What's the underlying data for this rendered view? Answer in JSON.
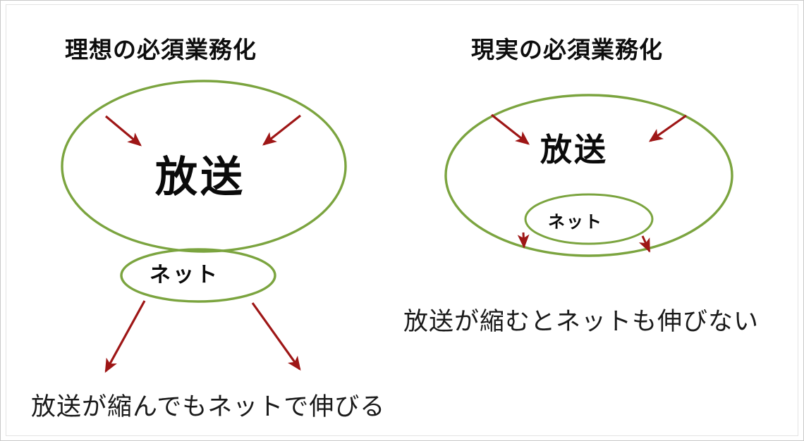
{
  "slide": {
    "background_color": "#ffffff",
    "border_color": "#c9c9c9",
    "ellipse_stroke_color": "#7ba43f",
    "arrow_color": "#9e1616",
    "text_color": "#0d0d0d"
  },
  "left_group": {
    "title": "理想の必須業務化",
    "outer_ellipse_label": "放送",
    "inner_ellipse_label": "ネット",
    "caption": "放送が縮んでもネットで伸びる",
    "arrows": [
      {
        "name": "arrow-top-left-inward",
        "direction": "down-right",
        "meaning": "pressure-on-broadcast"
      },
      {
        "name": "arrow-top-right-inward",
        "direction": "down-left",
        "meaning": "pressure-on-broadcast"
      },
      {
        "name": "arrow-bottom-left-outward",
        "direction": "down-left",
        "meaning": "net-expands"
      },
      {
        "name": "arrow-bottom-right-outward",
        "direction": "down-right",
        "meaning": "net-expands"
      }
    ]
  },
  "right_group": {
    "title": "現実の必須業務化",
    "outer_ellipse_label": "放送",
    "inner_ellipse_label": "ネット",
    "caption": "放送が縮むとネットも伸びない",
    "arrows": [
      {
        "name": "arrow-top-left-inward",
        "direction": "down-right",
        "meaning": "pressure-on-broadcast"
      },
      {
        "name": "arrow-top-right-inward",
        "direction": "down-left",
        "meaning": "pressure-on-broadcast"
      },
      {
        "name": "arrow-bottom-left-short",
        "direction": "down",
        "meaning": "net-shrinks"
      },
      {
        "name": "arrow-bottom-right-short",
        "direction": "down",
        "meaning": "net-shrinks"
      }
    ]
  }
}
